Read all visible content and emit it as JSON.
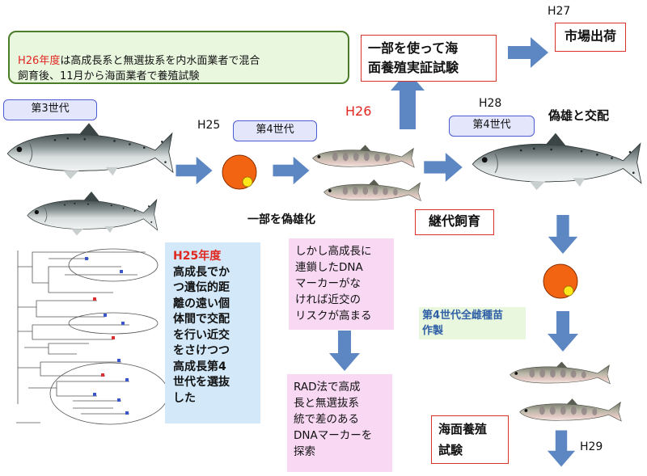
{
  "labels": {
    "h27": "H27",
    "h26": "H26",
    "h25": "H25",
    "h28": "H28",
    "h29": "H29"
  },
  "top_note": {
    "highlight": "H26年度",
    "rest": "は高成長系と無選抜系を内水面業者で混合\n飼育後、11月から海面業者で養殖試験"
  },
  "boxes": {
    "sea_trial": "一部を使って海\n面養殖実証試験",
    "market": "市場出荷",
    "gen3": "第3世代",
    "gen4_left": "第4世代",
    "gen4_right": "第4世代",
    "sex_reversal": "一部を偽雄化",
    "mating": "偽雄と交配",
    "succession": "継代飼育",
    "all_female": "第4世代全雌種苗\n作製",
    "sea_culture": "海面養殖\n試験"
  },
  "pink_notes": {
    "risk": "しかし高成長に\n連鎖したDNA\nマーカーがな\nければ近交の\nリスクが高まる",
    "rad": "RAD法で高成\n長と無選抜系\n統で差のある\nDNAマーカーを\n探索"
  },
  "h25_note": {
    "title": "H25年度",
    "body": "高成長でか\nつ遺伝的距\n離の遠い個\n体間で交配\nを行い近交\nをさけつつ\n高成長第4\n世代を選抜\nした"
  },
  "colors": {
    "arrow": "#5d87c2",
    "red_accent": "#e0261f",
    "green_border": "#4a7c2a",
    "green_bg": "#e9f7df",
    "pink_bg": "#f8d8f3",
    "blue_bg": "#d3e9f9",
    "gen_border": "#4b5bd4",
    "egg_orange": "#f26412",
    "egg_yolk": "#ffe81a"
  },
  "icons": [
    "salmon-adult-icon",
    "salmon-juvenile-icon",
    "egg-icon",
    "arrow-icon",
    "phylogenetic-tree-icon"
  ]
}
